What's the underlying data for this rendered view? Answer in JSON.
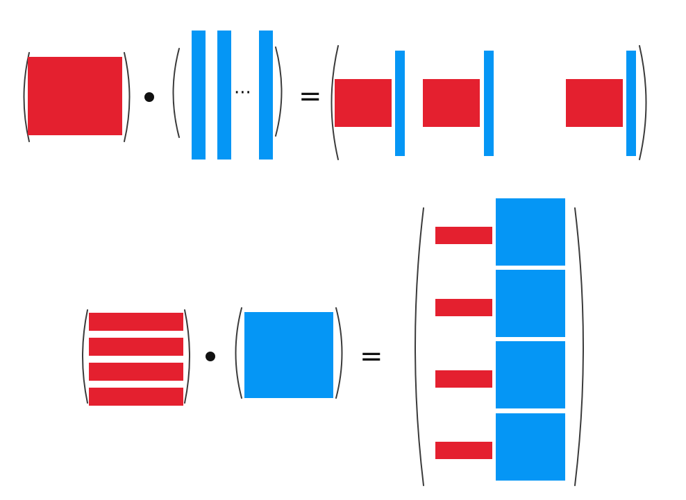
{
  "colors": {
    "red": "#E4202F",
    "blue": "#0596F5",
    "bracket": "#3a3a3a",
    "symbol": "#111111"
  },
  "symbols": {
    "ellipsis": "···",
    "equals": "="
  },
  "equations": [
    {
      "id": "column-view",
      "operator": "dot",
      "left_operand": {
        "shape": "full-matrix",
        "color": "red"
      },
      "right_operand": {
        "shape": "columns",
        "color": "blue",
        "columns_shown": 3,
        "has_ellipsis": true
      },
      "result": {
        "shape": "matrix-times-column-blocks",
        "blocks_shown": 3,
        "has_gap": true
      }
    },
    {
      "id": "row-view",
      "operator": "dot",
      "left_operand": {
        "shape": "rows",
        "color": "red",
        "rows_shown": 4
      },
      "right_operand": {
        "shape": "full-matrix",
        "color": "blue"
      },
      "result": {
        "shape": "row-times-matrix-blocks",
        "blocks_shown": 4
      }
    }
  ]
}
